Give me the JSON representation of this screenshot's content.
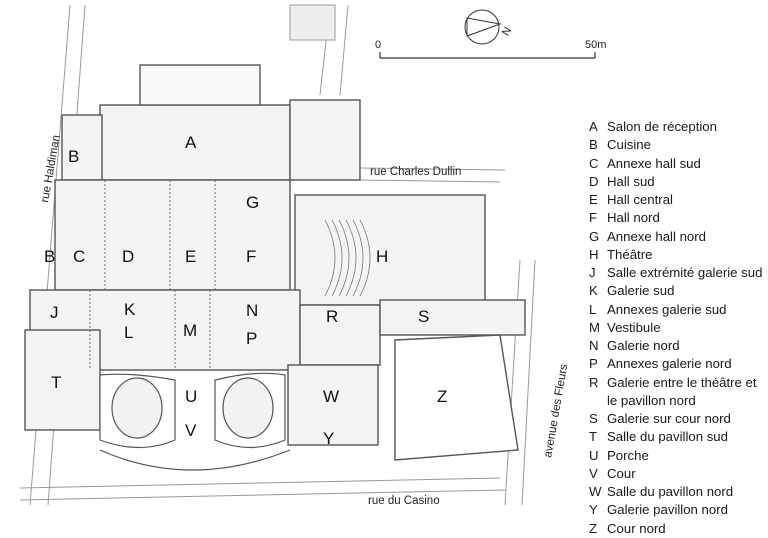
{
  "scale": {
    "start": "0",
    "end": "50m"
  },
  "compass": {
    "north": "N"
  },
  "streets": {
    "haldiman": "rue Haldiman",
    "dullin": "rue Charles Dullin",
    "fleurs": "avenue des Fleurs",
    "casino": "rue du Casino"
  },
  "rooms": [
    "A",
    "B",
    "B",
    "C",
    "D",
    "E",
    "F",
    "G",
    "H",
    "J",
    "K",
    "L",
    "M",
    "N",
    "P",
    "R",
    "S",
    "T",
    "U",
    "V",
    "W",
    "Y",
    "Z"
  ],
  "legend": [
    {
      "key": "A",
      "label": "Salon de réception"
    },
    {
      "key": "B",
      "label": "Cuisine"
    },
    {
      "key": "C",
      "label": "Annexe hall sud"
    },
    {
      "key": "D",
      "label": "Hall sud"
    },
    {
      "key": "E",
      "label": "Hall central"
    },
    {
      "key": "F",
      "label": "Hall nord"
    },
    {
      "key": "G",
      "label": "Annexe hall nord"
    },
    {
      "key": "H",
      "label": "Théâtre"
    },
    {
      "key": "J",
      "label": "Salle extrémité galerie sud"
    },
    {
      "key": "K",
      "label": "Galerie sud"
    },
    {
      "key": "L",
      "label": "Annexes galerie sud"
    },
    {
      "key": "M",
      "label": "Vestibule"
    },
    {
      "key": "N",
      "label": "Galerie nord"
    },
    {
      "key": "P",
      "label": "Annexes galerie nord"
    },
    {
      "key": "R",
      "label": "Galerie entre le théâtre et le pavillon nord"
    },
    {
      "key": "S",
      "label": "Galerie sur cour nord"
    },
    {
      "key": "T",
      "label": "Salle du pavillon sud"
    },
    {
      "key": "U",
      "label": "Porche"
    },
    {
      "key": "V",
      "label": "Cour"
    },
    {
      "key": "W",
      "label": "Salle du pavillon nord"
    },
    {
      "key": "Y",
      "label": "Galerie pavillon nord"
    },
    {
      "key": "Z",
      "label": "Cour nord"
    }
  ]
}
